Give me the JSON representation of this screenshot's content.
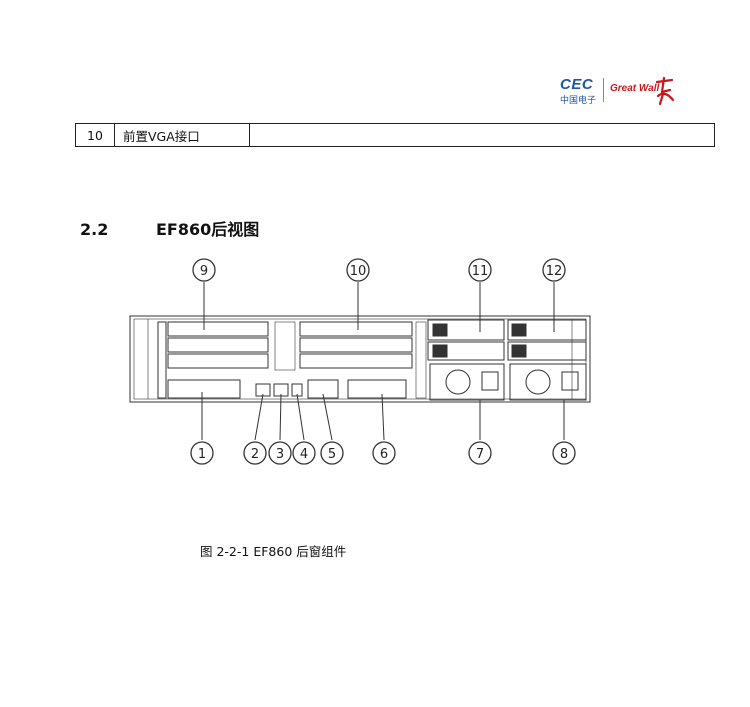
{
  "table": {
    "rows": [
      {
        "index": "10",
        "label": "前置VGA接口",
        "value": ""
      }
    ]
  },
  "section": {
    "number": "2.2",
    "title": "EF860后视图"
  },
  "figure": {
    "callouts_top": [
      "9",
      "10",
      "11",
      "12"
    ],
    "callouts_bottom": [
      "1",
      "2",
      "3",
      "4",
      "5",
      "6",
      "7",
      "8"
    ],
    "caption": "图 2-2-1 EF860 后窗组件"
  },
  "logo": {
    "brand": "CEC",
    "brand_sub": "中国电子",
    "partner": "Great Wall"
  },
  "colors": {
    "logo_blue": "#1f57a8",
    "logo_red": "#c8161d",
    "line": "#333333"
  }
}
